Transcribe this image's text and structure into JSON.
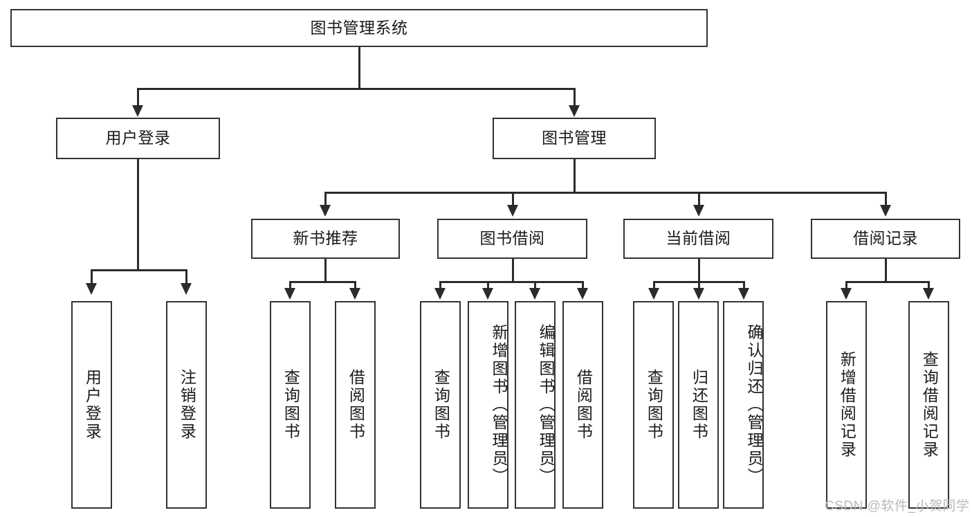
{
  "diagram": {
    "title": "图书管理系统",
    "type": "tree",
    "root": {
      "id": "root",
      "label": "图书管理系统"
    },
    "level1": [
      {
        "id": "user-login",
        "label": "用户登录"
      },
      {
        "id": "book-manage",
        "label": "图书管理"
      }
    ],
    "level2": [
      {
        "id": "new-book-recommend",
        "label": "新书推荐",
        "parent": "book-manage"
      },
      {
        "id": "book-borrow",
        "label": "图书借阅",
        "parent": "book-manage"
      },
      {
        "id": "current-borrow",
        "label": "当前借阅",
        "parent": "book-manage"
      },
      {
        "id": "borrow-record",
        "label": "借阅记录",
        "parent": "book-manage"
      }
    ],
    "leaves": {
      "user_login": [
        {
          "id": "leaf-user-login",
          "label": "用户登录"
        },
        {
          "id": "leaf-logout-login",
          "label": "注销登录"
        }
      ],
      "new_book_recommend": [
        {
          "id": "leaf-query-book-1",
          "label": "查询图书"
        },
        {
          "id": "leaf-borrow-book-1",
          "label": "借阅图书"
        }
      ],
      "book_borrow": [
        {
          "id": "leaf-query-book-2",
          "label": "查询图书"
        },
        {
          "id": "leaf-add-book",
          "label": "新增图书（管理员）"
        },
        {
          "id": "leaf-edit-book",
          "label": "编辑图书（管理员）"
        },
        {
          "id": "leaf-borrow-book-2",
          "label": "借阅图书"
        }
      ],
      "current_borrow": [
        {
          "id": "leaf-query-book-3",
          "label": "查询图书"
        },
        {
          "id": "leaf-return-book",
          "label": "归还图书"
        },
        {
          "id": "leaf-confirm-return",
          "label": "确认归还（管理员）"
        }
      ],
      "borrow_record": [
        {
          "id": "leaf-add-record",
          "label": "新增借阅记录"
        },
        {
          "id": "leaf-query-record",
          "label": "查询借阅记录"
        }
      ]
    }
  },
  "watermark": {
    "text": "CSDN @软件_小贺同学"
  },
  "colors": {
    "box_border": "#333333",
    "box_fill": "#ffffff",
    "connector": "#2b2b2b",
    "text": "#1a1a1a",
    "watermark": "#b9b9b9",
    "background": "#ffffff"
  }
}
